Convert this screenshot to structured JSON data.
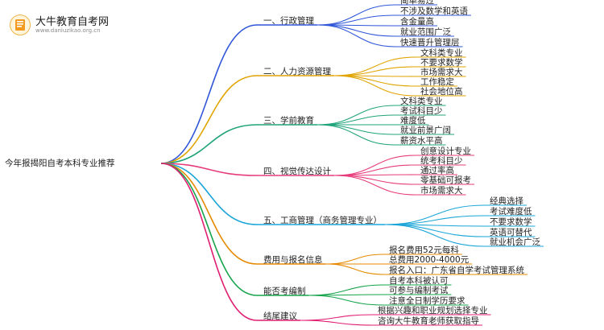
{
  "watermark": {
    "site_name": "大牛教育自考网",
    "site_url": "www.daniuzikao.org.cn"
  },
  "mindmap": {
    "root": "今年报揭阳自考本科专业推荐",
    "branches": [
      {
        "label": "一、行政管理",
        "color": "#2f56d9",
        "leaves": [
          "简单易过",
          "不涉及数学和英语",
          "含金量高",
          "就业范围广泛",
          "快速晋升管理层"
        ]
      },
      {
        "label": "二、人力资源管理",
        "color": "#e0a300",
        "leaves": [
          "文科类专业",
          "不要求数学",
          "市场需求大",
          "工作稳定",
          "社会地位高"
        ]
      },
      {
        "label": "三、学前教育",
        "color": "#1fa37a",
        "leaves": [
          "文科类专业",
          "考试科目少",
          "难度低",
          "就业前景广阔",
          "薪资水平高"
        ]
      },
      {
        "label": "四、视觉传达设计",
        "color": "#e63b7a",
        "leaves": [
          "创意设计专业",
          "统考科目少",
          "通过率高",
          "零基础可报考",
          "市场需求大"
        ]
      },
      {
        "label": "五、工商管理（商务管理专业）",
        "color": "#1aa5d8",
        "leaves": [
          "经典选择",
          "考试难度低",
          "不要求数学",
          "英语可替代",
          "就业机会广泛"
        ]
      },
      {
        "label": "费用与报名信息",
        "color": "#e58a00",
        "leaves": [
          "报名费用52元每科",
          "总费用2000-4000元",
          "报名入口：广东省自学考试管理系统"
        ]
      },
      {
        "label": "能否考编制",
        "color": "#16a34a",
        "leaves": [
          "自考本科被认可",
          "可参与编制考试",
          "注意全日制学历要求"
        ]
      },
      {
        "label": "结尾建议",
        "color": "#e11d73",
        "leaves": [
          "根据兴趣和职业规划选择专业",
          "咨询大牛教育老师获取指导"
        ]
      }
    ]
  }
}
